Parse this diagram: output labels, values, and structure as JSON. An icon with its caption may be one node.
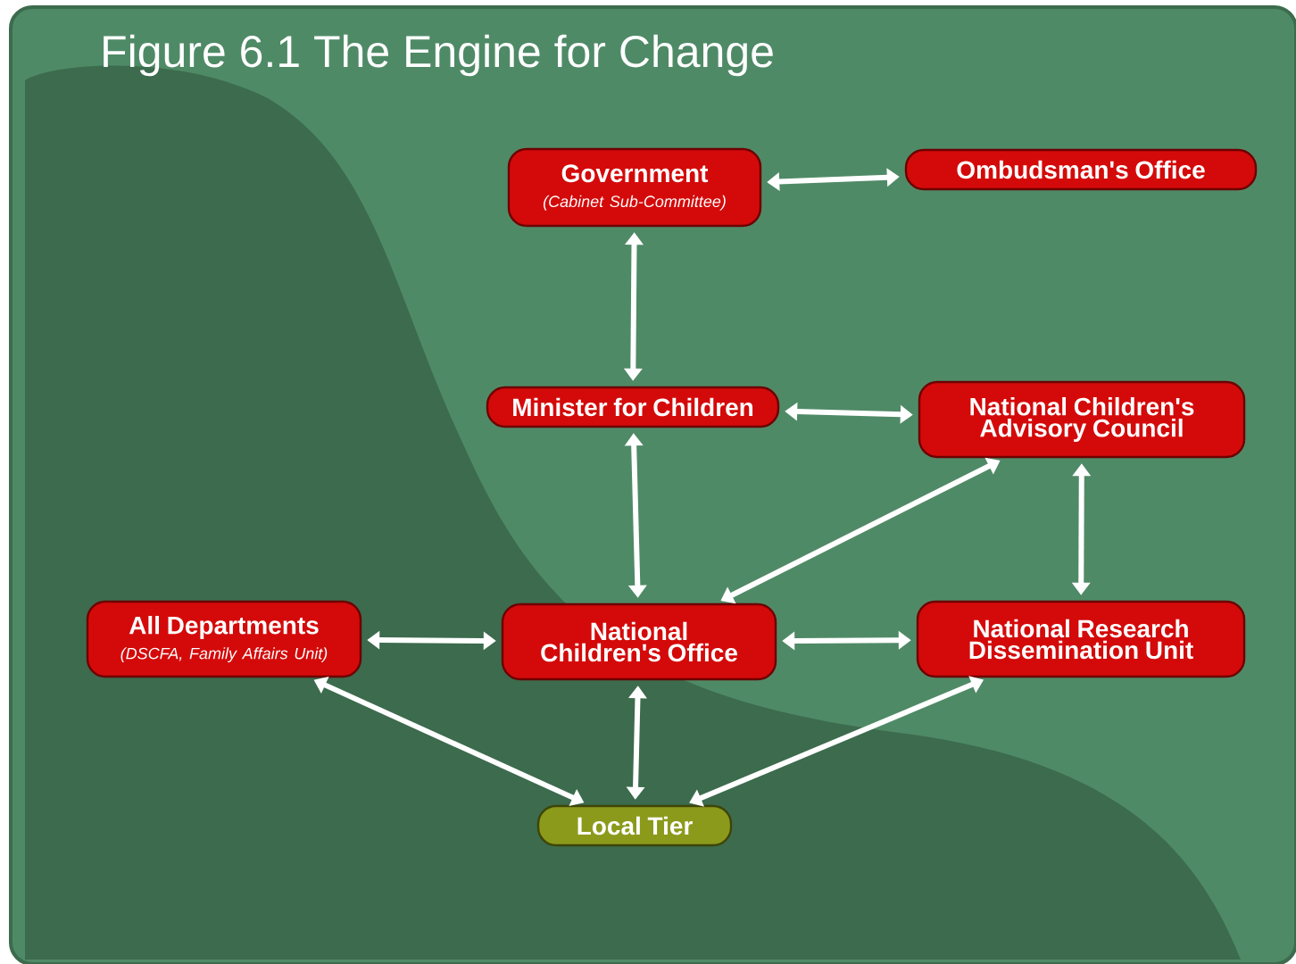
{
  "diagram": {
    "title": "Figure 6.1 The Engine for Change",
    "nodes": [
      {
        "text": [
          "Government",
          "(Cabinet Sub-Committee)"
        ]
      },
      {
        "text": [
          "Ombudsman's Office"
        ]
      },
      {
        "text": [
          "Minister for Children"
        ]
      },
      {
        "text": [
          "National Children's Advisory Council"
        ]
      },
      {
        "text": [
          "All Departments",
          "(DSCFA, Family Affairs Unit)"
        ]
      },
      {
        "text": [
          "National Children's Office"
        ]
      },
      {
        "text": [
          "National Research Dissemination Unit"
        ]
      },
      {
        "text": [
          "Local Tier"
        ]
      }
    ],
    "edges": [
      {
        "from": 0,
        "to": 1,
        "arrow": "both"
      },
      {
        "from": 0,
        "to": 2,
        "arrow": "both"
      },
      {
        "from": 2,
        "to": 3,
        "arrow": "both"
      },
      {
        "from": 2,
        "to": 5,
        "arrow": "both"
      },
      {
        "from": 5,
        "to": 3,
        "arrow": "both"
      },
      {
        "from": 3,
        "to": 6,
        "arrow": "both"
      },
      {
        "from": 4,
        "to": 5,
        "arrow": "both"
      },
      {
        "from": 5,
        "to": 6,
        "arrow": "both"
      },
      {
        "from": 4,
        "to": 7,
        "arrow": "both"
      },
      {
        "from": 5,
        "to": 7,
        "arrow": "both"
      },
      {
        "from": 6,
        "to": 7,
        "arrow": "both"
      }
    ]
  }
}
